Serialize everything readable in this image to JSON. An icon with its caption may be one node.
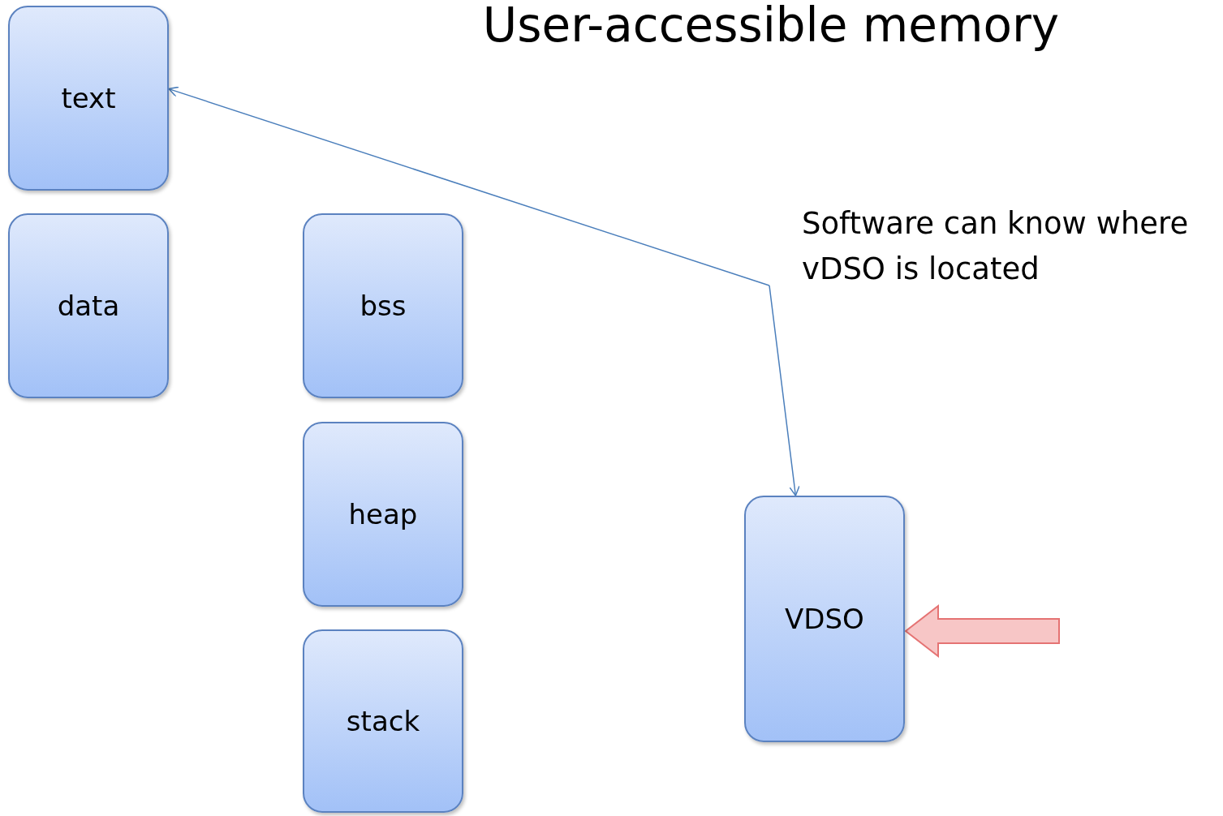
{
  "diagram": {
    "title": "User-accessible memory",
    "nodes": [
      {
        "text": [
          "text"
        ]
      },
      {
        "text": [
          "data"
        ]
      },
      {
        "text": [
          "bss"
        ]
      },
      {
        "text": [
          "heap"
        ]
      },
      {
        "text": [
          "stack"
        ]
      },
      {
        "text": [
          "VDSO"
        ]
      },
      {
        "text": [
          "Software can know where vDSO is located"
        ]
      }
    ],
    "edges": [
      {
        "from": 6,
        "to": 0,
        "arrow": "to"
      },
      {
        "from": 6,
        "to": 5,
        "arrow": "to"
      },
      {
        "from": null,
        "to": 5,
        "arrow": "to",
        "style": "thick",
        "color": "#e57373"
      }
    ]
  }
}
